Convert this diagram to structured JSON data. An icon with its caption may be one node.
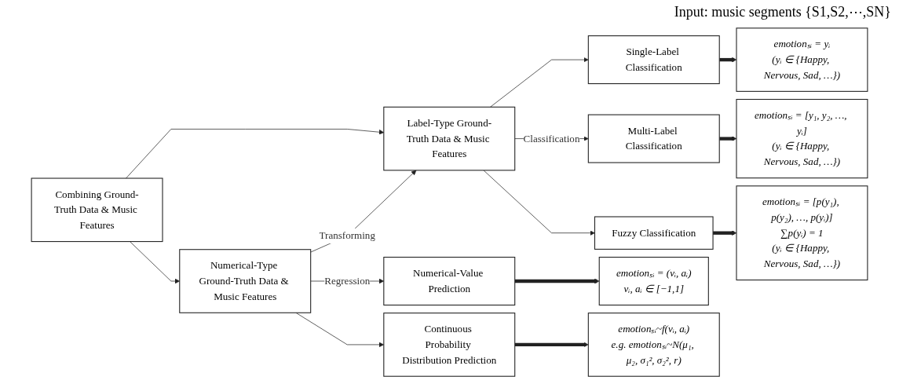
{
  "diagram": {
    "nodes": [
      {
        "text": [
          "Combining Ground-Truth Data & Music Features"
        ]
      },
      {
        "text": [
          "Label-Type Ground-Truth Data & Music Features"
        ]
      },
      {
        "text": [
          "Numerical-Type Ground-Truth Data & Music Features"
        ]
      },
      {
        "text": [
          "Single-Label Classification"
        ]
      },
      {
        "text": [
          "Multi-Label Classification"
        ]
      },
      {
        "text": [
          "Fuzzy Classification"
        ]
      },
      {
        "text": [
          "Numerical-Value Prediction"
        ]
      },
      {
        "text": [
          "Continuous Probability Distribution Prediction"
        ]
      },
      {
        "text": [
          "emotionₛᵢ = yᵢ",
          "(yᵢ ∈ {Happy, Nervous, Sad, …})"
        ]
      },
      {
        "text": [
          "emotionₛᵢ = [y₁, y₂, …, yᵢ]",
          "(yᵢ ∈ {Happy, Nervous, Sad, …})"
        ]
      },
      {
        "text": [
          "emotionₛᵢ = [p(y₁), p(y₂), …, p(yᵢ)]",
          "∑p(yᵢ) = 1",
          "(yᵢ ∈ {Happy, Nervous, Sad, …})"
        ]
      },
      {
        "text": [
          "emotionₛᵢ = (vᵢ, aᵢ)",
          "vᵢ, aᵢ ∈ [−1,1]"
        ]
      },
      {
        "text": [
          "emotionₛᵢ~f(vᵢ, aᵢ)",
          "e.g. emotionₛᵢ~N(μ₁, μ₂, σ₁², σ₂², r)"
        ]
      }
    ],
    "edges": [
      {
        "from": 0,
        "to": 1,
        "arrow": "to"
      },
      {
        "from": 0,
        "to": 2,
        "arrow": "to"
      },
      {
        "from": 2,
        "to": 1,
        "arrow": "to",
        "label": "Transforming"
      },
      {
        "from": 1,
        "to": 3,
        "arrow": "to"
      },
      {
        "from": 1,
        "to": 4,
        "arrow": "to",
        "label": "Classification"
      },
      {
        "from": 1,
        "to": 5,
        "arrow": "to"
      },
      {
        "from": 2,
        "to": 6,
        "arrow": "to",
        "label": "Regression"
      },
      {
        "from": 2,
        "to": 7,
        "arrow": "to"
      },
      {
        "from": 3,
        "to": 8,
        "arrow": "to",
        "style": "thick"
      },
      {
        "from": 4,
        "to": 9,
        "arrow": "to",
        "style": "thick"
      },
      {
        "from": 5,
        "to": 10,
        "arrow": "to",
        "style": "thick"
      },
      {
        "from": 6,
        "to": 11,
        "arrow": "to",
        "style": "thick"
      },
      {
        "from": 7,
        "to": 12,
        "arrow": "to",
        "style": "thick"
      }
    ],
    "labels": [
      "Input: music segments {S1,S2,⋯,SN}"
    ]
  }
}
